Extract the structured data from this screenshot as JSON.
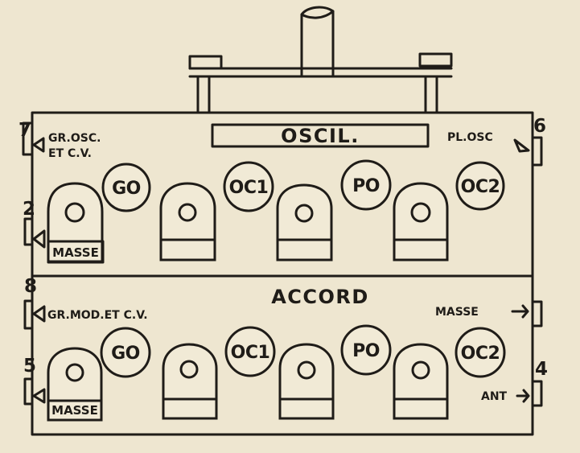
{
  "sections": {
    "oscil": "OSCIL.",
    "accord": "ACCORD"
  },
  "terminals": {
    "top_left_number": "7",
    "top_left_label_line1": "GR.OSC.",
    "top_left_label_line2": "ET C.V.",
    "top_right_number": "6",
    "top_right_label": "PL.OSC",
    "middle_left_number": "2",
    "lower_left_number": "8",
    "lower_left_label": "GR.MOD.ET C.V.",
    "bottom_left_number": "5",
    "right_masse_label": "MASSE",
    "right_antenna_number": "4",
    "right_antenna_label": "ANT"
  },
  "upper_row": {
    "circles": [
      "GO",
      "OC1",
      "PO",
      "OC2"
    ],
    "left_box_label": "MASSE"
  },
  "lower_row": {
    "circles": [
      "GO",
      "OC1",
      "PO",
      "OC2"
    ],
    "left_box_label": "MASSE"
  },
  "colors": {
    "paper": "#e9e1c9",
    "ink": "#1f1c18"
  }
}
